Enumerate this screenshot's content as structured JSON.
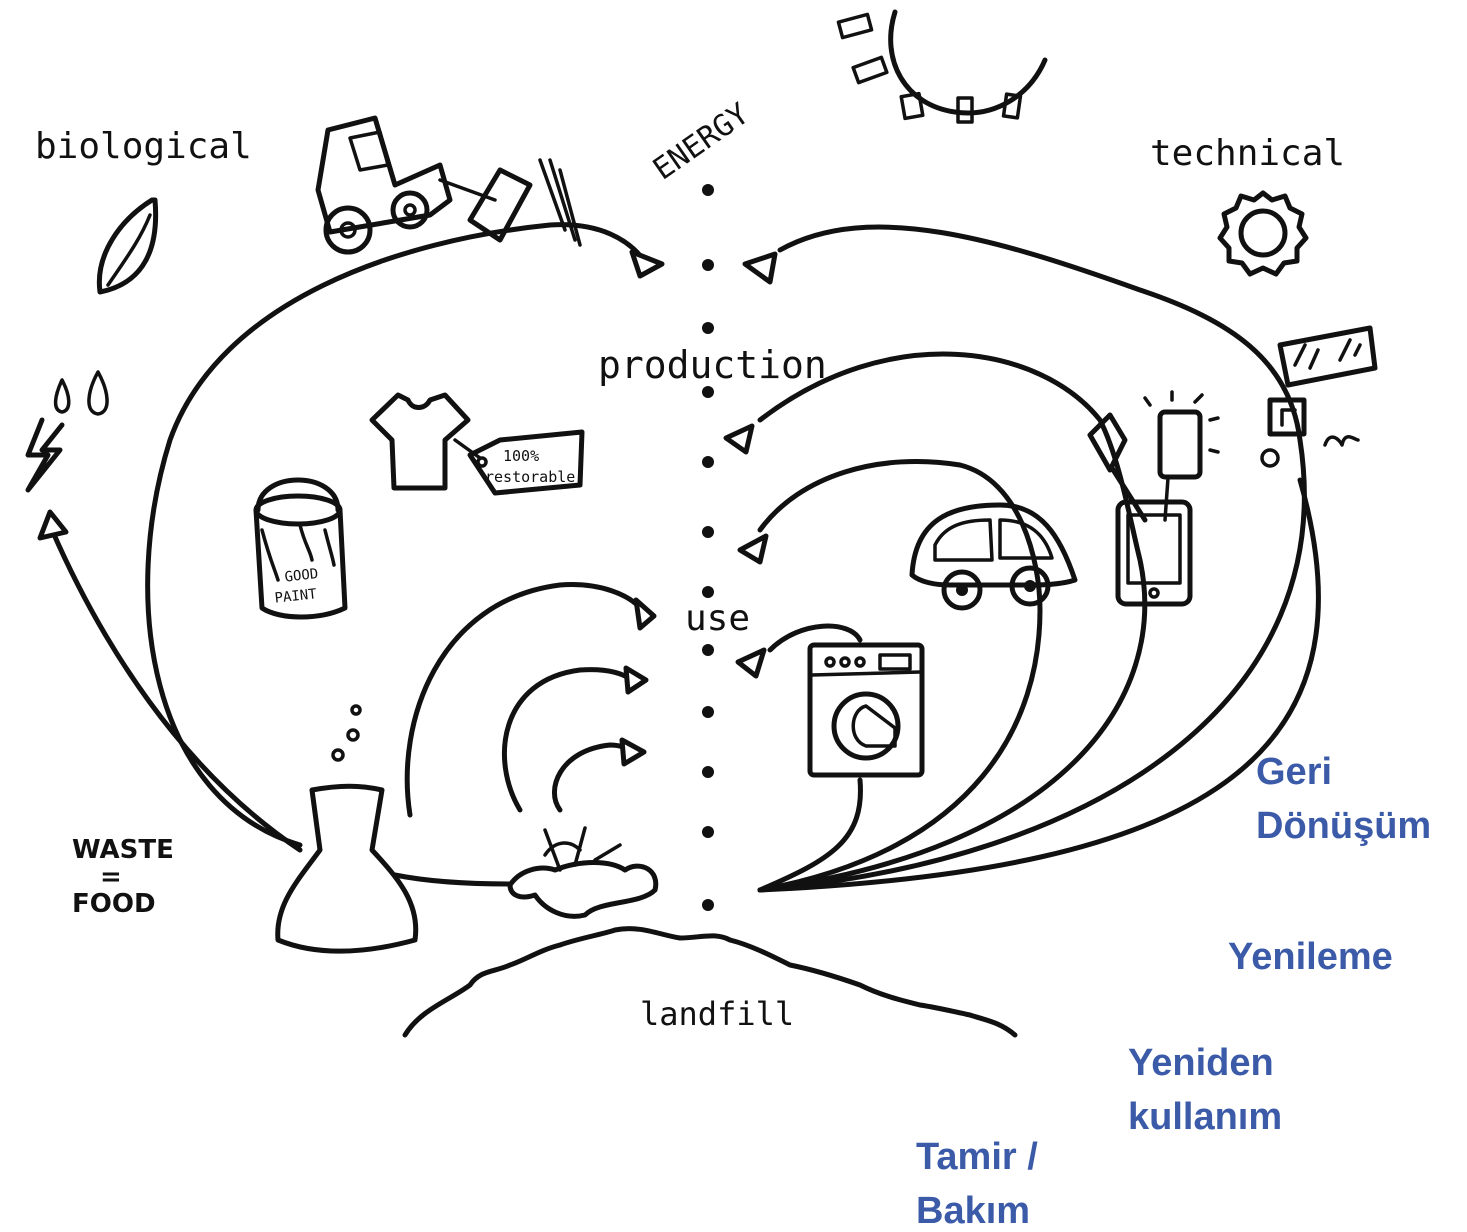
{
  "diagram": {
    "labels": {
      "energy": "ENERGY",
      "biological": "biological",
      "technical": "technical",
      "production": "production",
      "use": "use",
      "waste_food": "WASTE\n=\nFOOD",
      "landfill": "landfill",
      "tag_line1": "100%",
      "tag_line2": "restorable",
      "paint_line1": "GOOD",
      "paint_line2": "PAINT"
    },
    "cycle_labels": {
      "recycling": "Geri\nDönüşüm",
      "refurbish": "Yenileme",
      "reuse": "Yeniden\nkullanım",
      "repair": "Tamir /\nBakım"
    },
    "colors": {
      "ink": "#111111",
      "cycle_label": "#3b5aa8",
      "background": "#ffffff"
    },
    "icons": [
      "sun-icon",
      "tractor-icon",
      "leaf-icon",
      "gear-icon",
      "water-drops-icon",
      "lightning-icon",
      "tshirt-icon",
      "paint-bucket-icon",
      "flask-icon",
      "compost-icon",
      "car-icon",
      "washing-machine-icon",
      "tablet-icon",
      "spatula-icon",
      "phone-icon",
      "monitor-icon"
    ]
  }
}
